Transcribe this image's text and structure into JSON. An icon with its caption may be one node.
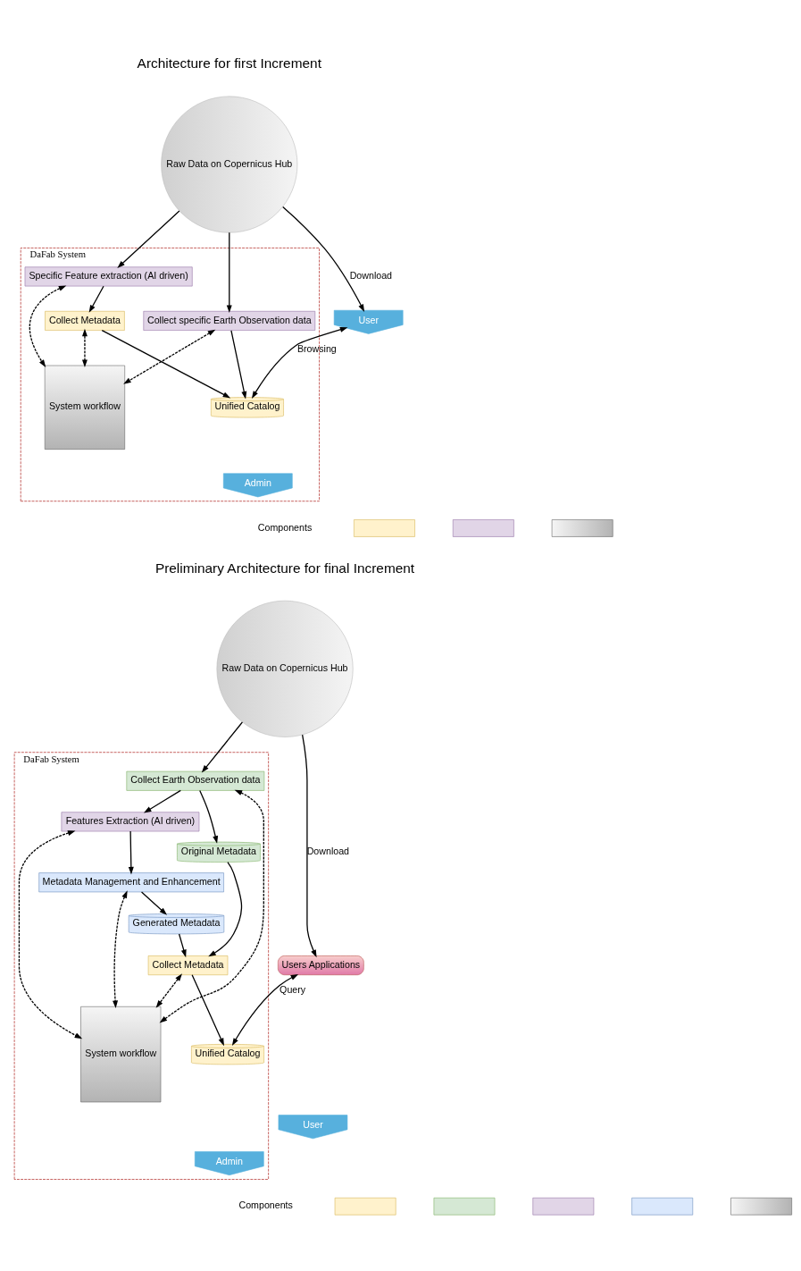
{
  "diagram": {
    "nodes": [
      {
        "text": [
          "Raw Data on Copernicus Hub"
        ]
      },
      {
        "text": [
          "DaFab System"
        ]
      },
      {
        "text": [
          "Specific Feature extraction (AI driven)"
        ],
        "in": 1
      },
      {
        "text": [
          "Collect specific Earth Observation data"
        ],
        "in": 1
      },
      {
        "text": [
          "System workflow"
        ],
        "in": 1
      },
      {
        "text": [
          "Unified Catalog"
        ],
        "in": 1
      },
      {
        "text": [
          "Collect Metadata"
        ],
        "in": 1
      },
      {
        "text": [
          "Admin"
        ],
        "in": 1
      },
      {
        "text": [
          "User"
        ]
      },
      {
        "text": [],
        "shape": "box"
      },
      {
        "text": [],
        "shape": "box"
      },
      {
        "text": [],
        "shape": "box"
      },
      {
        "text": [
          "Raw Data on Copernicus Hub"
        ]
      },
      {
        "text": [
          "DaFab System"
        ]
      },
      {
        "text": [
          "Collect Earth Observation data"
        ],
        "in": 13
      },
      {
        "text": [
          "Features Extraction (AI driven)"
        ],
        "in": 13
      },
      {
        "text": [
          "Metadata Management and Enhancement"
        ],
        "in": 13
      },
      {
        "text": [
          "System workflow"
        ],
        "in": 13
      },
      {
        "text": [
          "Original Metadata"
        ],
        "in": 13
      },
      {
        "text": [
          "Generated Metadata"
        ],
        "in": 13
      },
      {
        "text": [
          "Unified Catalog"
        ],
        "in": 13
      },
      {
        "text": [
          "Collect Metadata"
        ],
        "in": 13
      },
      {
        "text": [
          "Admin"
        ],
        "in": 13
      },
      {
        "text": [
          "Users Applications"
        ]
      },
      {
        "text": [
          "User"
        ]
      },
      {
        "text": [],
        "shape": "box"
      },
      {
        "text": [],
        "shape": "box"
      },
      {
        "text": [],
        "shape": "box"
      },
      {
        "text": [],
        "shape": "box"
      },
      {
        "text": [],
        "shape": "box"
      }
    ],
    "edges": [
      {
        "from": 0,
        "to": 2,
        "arrow": "to"
      },
      {
        "from": 0,
        "to": 3,
        "arrow": "to"
      },
      {
        "from": 0,
        "to": 8,
        "arrow": "to",
        "label": "Download"
      },
      {
        "from": 2,
        "to": 4,
        "arrow": "both",
        "style": "dashed"
      },
      {
        "from": 3,
        "to": 4,
        "arrow": "both",
        "style": "dashed"
      },
      {
        "from": 2,
        "to": 6,
        "arrow": "to"
      },
      {
        "from": 3,
        "to": 5,
        "arrow": "to"
      },
      {
        "from": 6,
        "to": 5,
        "arrow": "to"
      },
      {
        "from": 6,
        "to": 4,
        "arrow": "both",
        "style": "dashed"
      },
      {
        "from": 8,
        "to": 5,
        "arrow": "both",
        "label": "Browsing"
      },
      {
        "from": 12,
        "to": 14,
        "arrow": "to"
      },
      {
        "from": 12,
        "to": 23,
        "arrow": "to",
        "label": "Download"
      },
      {
        "from": 14,
        "to": 17,
        "arrow": "both",
        "style": "dashed"
      },
      {
        "from": 14,
        "to": 15,
        "arrow": "to"
      },
      {
        "from": 15,
        "to": 17,
        "arrow": "both",
        "style": "dashed"
      },
      {
        "from": 15,
        "to": 16,
        "arrow": "to"
      },
      {
        "from": 16,
        "to": 17,
        "arrow": "both",
        "style": "dashed"
      },
      {
        "from": 14,
        "to": 18,
        "arrow": "to"
      },
      {
        "from": 16,
        "to": 19,
        "arrow": "to"
      },
      {
        "from": 18,
        "to": 21,
        "arrow": "to"
      },
      {
        "from": 19,
        "to": 21,
        "arrow": "to"
      },
      {
        "from": 21,
        "to": 20,
        "arrow": "to"
      },
      {
        "from": 21,
        "to": 17,
        "arrow": "both",
        "style": "dashed"
      },
      {
        "from": 23,
        "to": 20,
        "arrow": "both",
        "label": "Query"
      }
    ],
    "labels": [
      "Architecture for first Increment",
      "Components",
      "Preliminary Architecture for final Increment",
      "Components"
    ]
  }
}
